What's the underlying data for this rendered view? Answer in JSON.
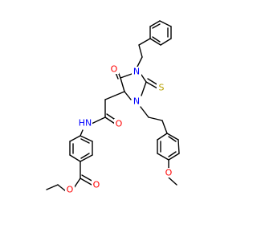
{
  "diagram": {
    "type": "skeletal-structure",
    "atom_labels": {
      "carbonyl_o_ring": "O",
      "n1_ring": "N",
      "thione_s": "S",
      "n3_ring": "N",
      "amide_o": "O",
      "amide_nh": "HN",
      "ester_o_carbonyl": "O",
      "ester_o_ether": "O",
      "methoxy_o": "O"
    },
    "colors": {
      "bond": "#000000",
      "oxygen": "#ff0000",
      "nitrogen": "#0000ff",
      "sulfur": "#b8a000"
    }
  }
}
